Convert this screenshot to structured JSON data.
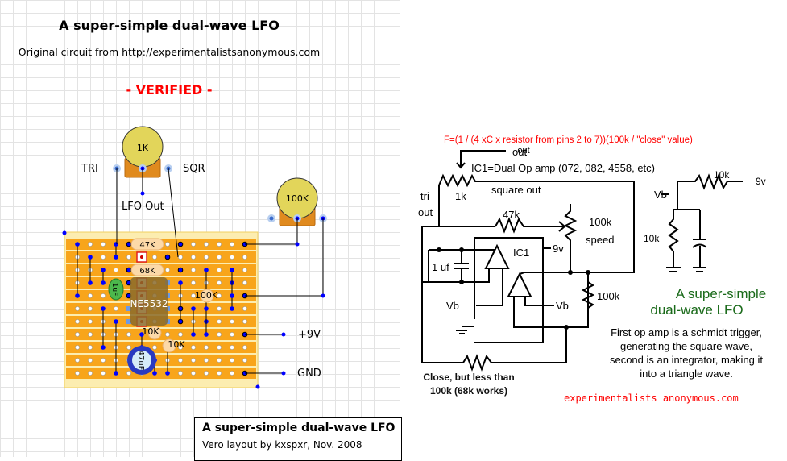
{
  "header": {
    "title": "A super-simple dual-wave LFO",
    "subtitle": "Original circuit from http://experimentalistsanonymous.com",
    "status": "- VERIFIED -"
  },
  "layout_diagram": {
    "pots": [
      {
        "value": "1K",
        "left_label": "TRI",
        "right_label": "SQR",
        "wiper_label": "LFO Out"
      },
      {
        "value": "100K"
      }
    ],
    "components": {
      "r1": "47K",
      "r2": "68K",
      "ic": "NE5532",
      "r3": "100K",
      "r4": "10K",
      "r5": "10K",
      "cap_small": "1uF",
      "cap_electrolytic": "47uF"
    },
    "power_labels": {
      "positive": "+9V",
      "ground": "GND"
    },
    "colors": {
      "strip": "#f8a51b",
      "board": "#fcedb0",
      "wire_dot": "#0000ff",
      "pot_knob": "#e2d55a",
      "pot_body": "#e08a1e"
    }
  },
  "credit_box": {
    "title": "A super-simple dual-wave LFO",
    "byline": "Vero layout by kxspxr, Nov. 2008"
  },
  "schematic": {
    "formula": "F=(1 / (4 xC x resistor from pins 2 to 7))(100k / \"close\" value)",
    "out_label": "out",
    "ic_note": "IC1=Dual Op amp (072, 082, 4558, etc)",
    "pot_1k": "1k",
    "tri_out": [
      "tri",
      "out"
    ],
    "square_out": "square out",
    "r_47k": "47k",
    "pot_speed": [
      "100k",
      "speed"
    ],
    "ic1": "IC1",
    "nine_v": "9v",
    "cap_1uf": "1 uf",
    "vb_left": "Vb",
    "vb_right": "Vb",
    "r_100k": "100k",
    "close_note": [
      "Close, but less than",
      "100k (68k works)"
    ],
    "vb_net": {
      "vb": "Vb",
      "r_top": "10k",
      "nine_v": "9v",
      "r_bottom": "10k"
    },
    "green_title": [
      "A super-simple",
      "dual-wave LFO"
    ],
    "description": [
      "First op amp is a schmidt trigger,",
      "generating the square wave,",
      "second is an integrator, making it",
      "into a triangle wave."
    ],
    "site": "experimentalists anonymous.com"
  }
}
